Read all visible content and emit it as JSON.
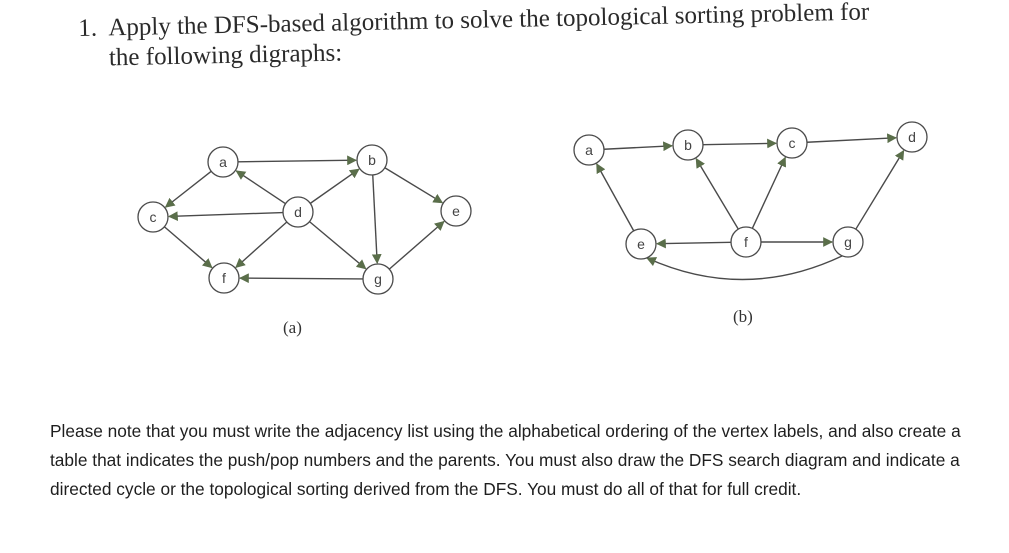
{
  "question": {
    "number": "1.",
    "line1": "Apply the DFS-based algorithm to solve the topological sorting problem for",
    "line2": "the following digraphs:"
  },
  "graph_a": {
    "caption": "(a)",
    "nodes": [
      {
        "id": "a",
        "label": "a"
      },
      {
        "id": "b",
        "label": "b"
      },
      {
        "id": "c",
        "label": "c"
      },
      {
        "id": "d",
        "label": "d"
      },
      {
        "id": "e",
        "label": "e"
      },
      {
        "id": "f",
        "label": "f"
      },
      {
        "id": "g",
        "label": "g"
      }
    ],
    "edges": [
      {
        "from": "a",
        "to": "b"
      },
      {
        "from": "a",
        "to": "c"
      },
      {
        "from": "d",
        "to": "a"
      },
      {
        "from": "d",
        "to": "c"
      },
      {
        "from": "d",
        "to": "b"
      },
      {
        "from": "d",
        "to": "g"
      },
      {
        "from": "c",
        "to": "f"
      },
      {
        "from": "d",
        "to": "f"
      },
      {
        "from": "b",
        "to": "g"
      },
      {
        "from": "b",
        "to": "e"
      },
      {
        "from": "g",
        "to": "e"
      },
      {
        "from": "g",
        "to": "f"
      }
    ]
  },
  "graph_b": {
    "caption": "(b)",
    "nodes": [
      {
        "id": "a",
        "label": "a"
      },
      {
        "id": "b",
        "label": "b"
      },
      {
        "id": "c",
        "label": "c"
      },
      {
        "id": "d",
        "label": "d"
      },
      {
        "id": "e",
        "label": "e"
      },
      {
        "id": "f",
        "label": "f"
      },
      {
        "id": "g",
        "label": "g"
      }
    ],
    "edges": [
      {
        "from": "a",
        "to": "b"
      },
      {
        "from": "b",
        "to": "c"
      },
      {
        "from": "c",
        "to": "d"
      },
      {
        "from": "e",
        "to": "a"
      },
      {
        "from": "f",
        "to": "b"
      },
      {
        "from": "f",
        "to": "c"
      },
      {
        "from": "f",
        "to": "e"
      },
      {
        "from": "f",
        "to": "g"
      },
      {
        "from": "g",
        "to": "d"
      },
      {
        "from": "g",
        "to": "e"
      }
    ]
  },
  "note": "Please note that you must write the adjacency list using the alphabetical ordering of the vertex labels, and also create a table that indicates the push/pop numbers and the parents.  You must also draw the DFS search diagram and indicate a directed cycle or the topological sorting derived from the DFS.  You must do all of that for full credit.",
  "colors": {
    "ink": "#4a4a4a",
    "arrow": "#5a6e4a"
  }
}
